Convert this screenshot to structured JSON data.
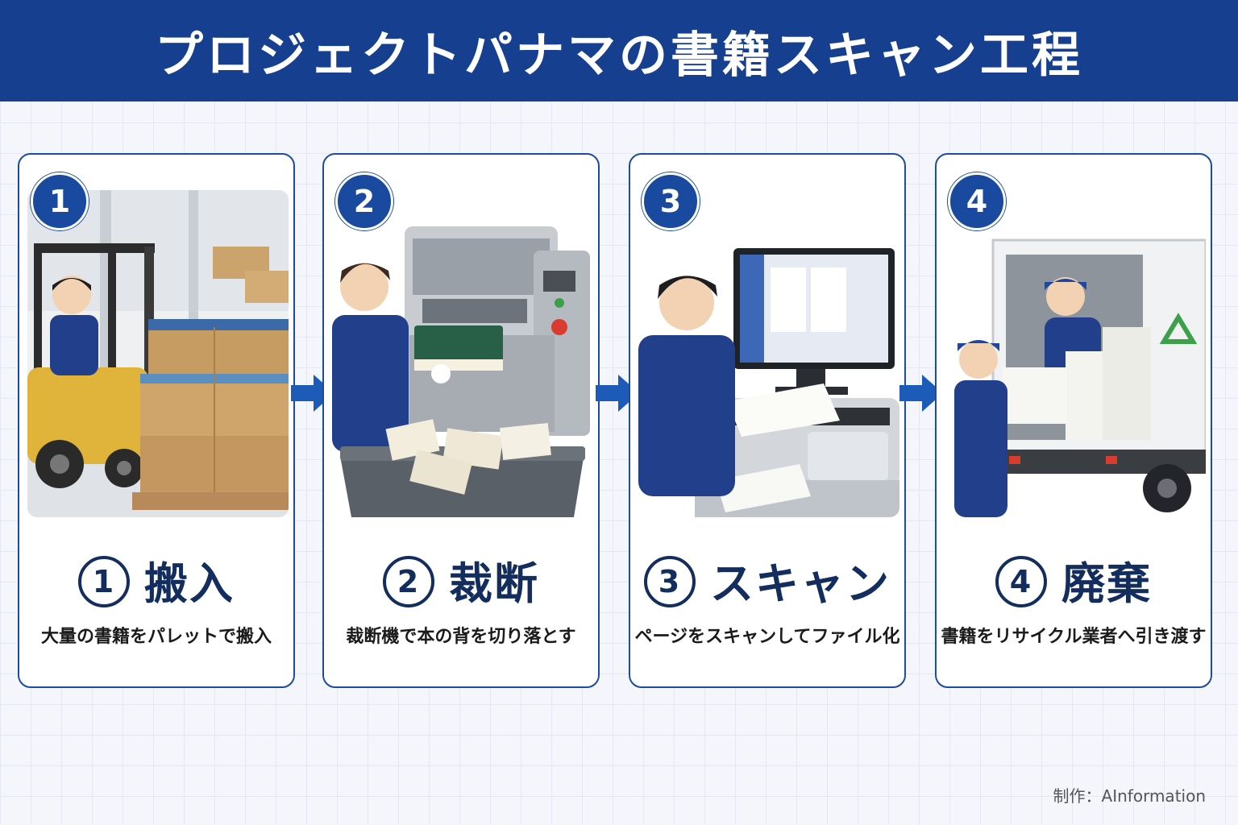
{
  "header": {
    "title": "プロジェクトパナマの書籍スキャン工程"
  },
  "steps": [
    {
      "badge": "1",
      "num": "1",
      "title": "搬入",
      "desc": "大量の書籍をパレットで搬入",
      "icon": "forklift-illustration"
    },
    {
      "badge": "2",
      "num": "2",
      "title": "裁断",
      "desc": "裁断機で本の背を切り落とす",
      "icon": "book-cutter-illustration"
    },
    {
      "badge": "3",
      "num": "3",
      "title": "スキャン",
      "desc": "ページをスキャンしてファイル化",
      "icon": "scanner-illustration"
    },
    {
      "badge": "4",
      "num": "4",
      "title": "廃棄",
      "desc": "書籍をリサイクル業者へ引き渡す",
      "icon": "recycle-truck-illustration"
    }
  ],
  "footer": {
    "credit": "制作：AInformation"
  },
  "colors": {
    "header": "#163f8f",
    "accent": "#1a4aa0",
    "arrow": "#1d5bb8",
    "title_text": "#132d5e"
  }
}
